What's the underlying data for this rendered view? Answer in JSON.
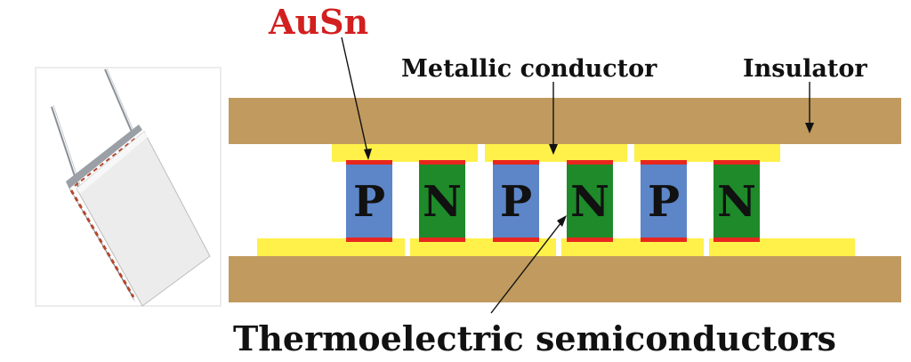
{
  "labels": {
    "ausn": "AuSn",
    "metallic_conductor": "Metallic conductor",
    "insulator": "Insulator",
    "thermoelectric_semiconductors": "Thermoelectric semiconductors"
  },
  "legs": [
    "P",
    "N",
    "P",
    "N",
    "P",
    "N"
  ],
  "colors": {
    "insulator": "#C09A5E",
    "conductor": "#FFF04A",
    "solder": "#E8261E",
    "p_type": "#5D86C8",
    "n_type": "#1E8A2A",
    "ausn_label": "#D21F1F",
    "text": "#111111"
  }
}
